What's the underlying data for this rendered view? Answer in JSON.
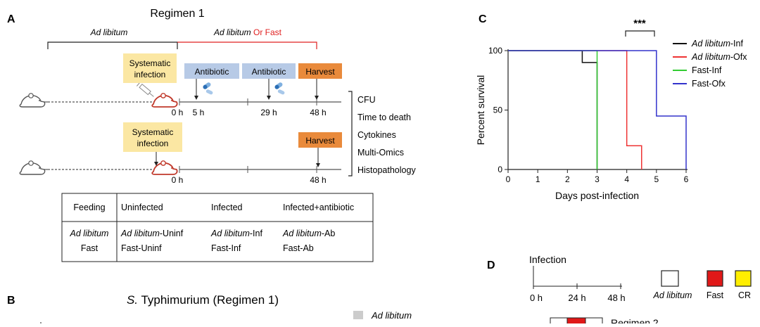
{
  "panelA": {
    "letter": "A",
    "regimen_title": "Regimen 1",
    "bracket_adlib": "Ad libitum",
    "bracket_fast_it": "Ad libitum",
    "bracket_fast_rest": " Or Fast",
    "box_systematic_1": "Systematic",
    "box_systematic_2": "infection",
    "box_antibiotic": "Antibiotic",
    "box_harvest": "Harvest",
    "t_0h": "0 h",
    "t_5h": "5 h",
    "t_29h": "29 h",
    "t_48h": "48 h",
    "readouts": [
      "CFU",
      "Time to death",
      "Cytokines",
      "Multi-Omics",
      "Histopathology"
    ],
    "colors": {
      "systematic": "#fbe7a3",
      "antibiotic": "#b7cae6",
      "harvest": "#e98a3b",
      "mouse": "#c0392b",
      "fast_red": "#e02020"
    },
    "table": {
      "headers": [
        "Feeding",
        "Uninfected",
        "Infected",
        "Infected+antibiotic"
      ],
      "row1": {
        "feeding": "Ad libitum",
        "c1_it": "Ad libitum",
        "c1_rest": "-Uninf",
        "c2_it": "Ad libitum",
        "c2_rest": "-Inf",
        "c3_it": "Ad libitum",
        "c3_rest": "-Ab"
      },
      "row2": [
        "Fast",
        "Fast-Uninf",
        "Fast-Inf",
        "Fast-Ab"
      ]
    }
  },
  "panelB": {
    "letter": "B",
    "title_it": "S.",
    "title_rest": " Typhimurium (Regimen 1)",
    "legend": "Ad libitum",
    "legend_color": "#cccccc"
  },
  "panelC": {
    "letter": "C",
    "significance": "***",
    "chart_data": {
      "type": "line",
      "step": true,
      "xlabel": "Days post-infection",
      "ylabel": "Percent survival",
      "xlim": [
        0,
        6
      ],
      "ylim": [
        0,
        100
      ],
      "xticks": [
        0,
        1,
        2,
        3,
        4,
        5,
        6
      ],
      "yticks": [
        0,
        50,
        100
      ],
      "legend_position": "right",
      "series": [
        {
          "name_it": "Ad libitum",
          "name_rest": "-Inf",
          "color": "#111111",
          "x": [
            0,
            2.5,
            2.5,
            3,
            3
          ],
          "y": [
            100,
            100,
            90,
            90,
            0
          ]
        },
        {
          "name_it": "Ad libitum",
          "name_rest": "-Ofx",
          "color": "#ee3333",
          "x": [
            0,
            4,
            4,
            4.5,
            4.5
          ],
          "y": [
            100,
            100,
            20,
            20,
            0
          ]
        },
        {
          "name_it": "",
          "name_rest": "Fast-Inf",
          "color": "#33cc33",
          "x": [
            0,
            3,
            3
          ],
          "y": [
            100,
            100,
            0
          ]
        },
        {
          "name_it": "",
          "name_rest": "Fast-Ofx",
          "color": "#3333cc",
          "x": [
            0,
            5,
            5,
            6,
            6
          ],
          "y": [
            100,
            100,
            45,
            45,
            0
          ]
        }
      ]
    }
  },
  "panelD": {
    "letter": "D",
    "infection": "Infection",
    "ticks": [
      "0 h",
      "24 h",
      "48 h"
    ],
    "legend": [
      {
        "label": "Ad libitum",
        "color": "#ffffff"
      },
      {
        "label": "Fast",
        "color": "#e01818"
      },
      {
        "label": "CR",
        "color": "#ffee00"
      }
    ],
    "regimen2": "Regimen 2"
  }
}
